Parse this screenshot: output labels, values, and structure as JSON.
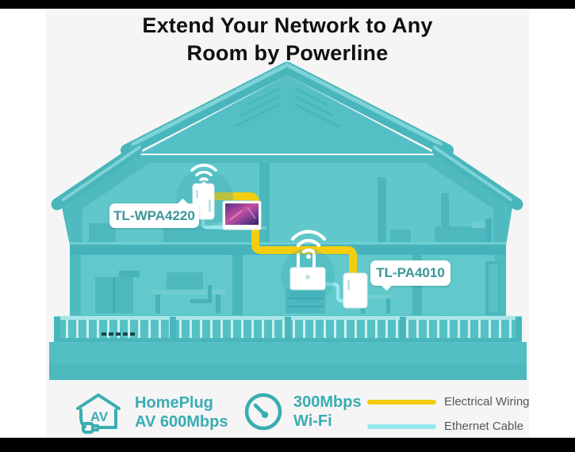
{
  "title": {
    "line1": "Extend Your Network to Any",
    "line2": "Room by Powerline"
  },
  "diagram": {
    "device_labels": {
      "attic_adapter": "TL-WPA4220",
      "living_adapter": "TL-PA4010"
    },
    "icons": [
      "wifi-signal-icon",
      "wifi-signal-icon",
      "homeplug-av-icon",
      "speedometer-icon"
    ],
    "colors": {
      "house_teal": "#57C2C6",
      "electrical_wiring": "#F2CE0E",
      "ethernet_cable": "#97E7F0",
      "accent_text": "#39ADB2"
    }
  },
  "features": [
    {
      "badge": "AV",
      "line1": "HomePlug",
      "line2": "AV 600Mbps"
    },
    {
      "line1": "300Mbps",
      "line2": "Wi-Fi"
    }
  ],
  "legend": [
    {
      "color": "#F2CE0E",
      "label": "Electrical Wiring"
    },
    {
      "color": "#97E7F0",
      "label": "Ethernet Cable"
    }
  ]
}
